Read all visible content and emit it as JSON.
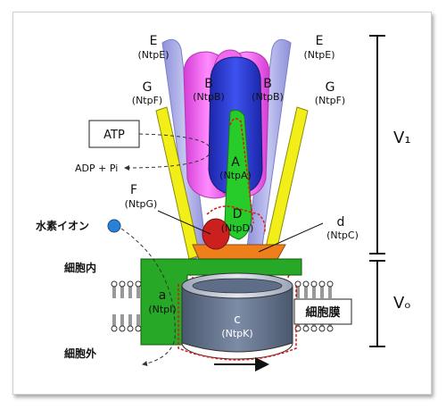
{
  "labels": {
    "e_left": "E",
    "ntpe_left": "(NtpE)",
    "e_right": "E",
    "ntpe_right": "(NtpE)",
    "b_left": "B",
    "ntpb_left": "(NtpB)",
    "b_right": "B",
    "ntpb_right": "(NtpB)",
    "g_left": "G",
    "ntpf_left": "(NtpF)",
    "g_right": "G",
    "ntpf_right": "(NtpF)",
    "a": "A",
    "ntpa": "(NtpA)",
    "d_upper": "D",
    "ntpd": "(NtpD)",
    "f": "F",
    "ntpg": "(NtpG)",
    "d_lower": "d",
    "ntpc": "(NtpC)",
    "a_lower": "a",
    "ntpi": "(NtpI)",
    "c": "c",
    "ntpk": "(NtpK)",
    "atp": "ATP",
    "adp": "ADP + Pi",
    "hydrogen_ion": "水素イオン",
    "inside_cell": "細胞内",
    "outside_cell": "細胞外",
    "membrane": "細胞膜",
    "v1": "V₁",
    "vo": "Vₒ"
  },
  "colors": {
    "stalk_e": "#a7a9e6",
    "subunit_b": "#f06af0",
    "subunit_a": "#2436d6",
    "subunit_d_upper": "#27cc2a",
    "subunit_f": "#cc1f1f",
    "stalk_g": "#f2ee18",
    "subunit_d_lower": "#ef7f1a",
    "subunit_a_lower": "#27a827",
    "ring_c": "#5e6e88",
    "ion": "#2a80d4",
    "arrow_red": "#e01515"
  }
}
